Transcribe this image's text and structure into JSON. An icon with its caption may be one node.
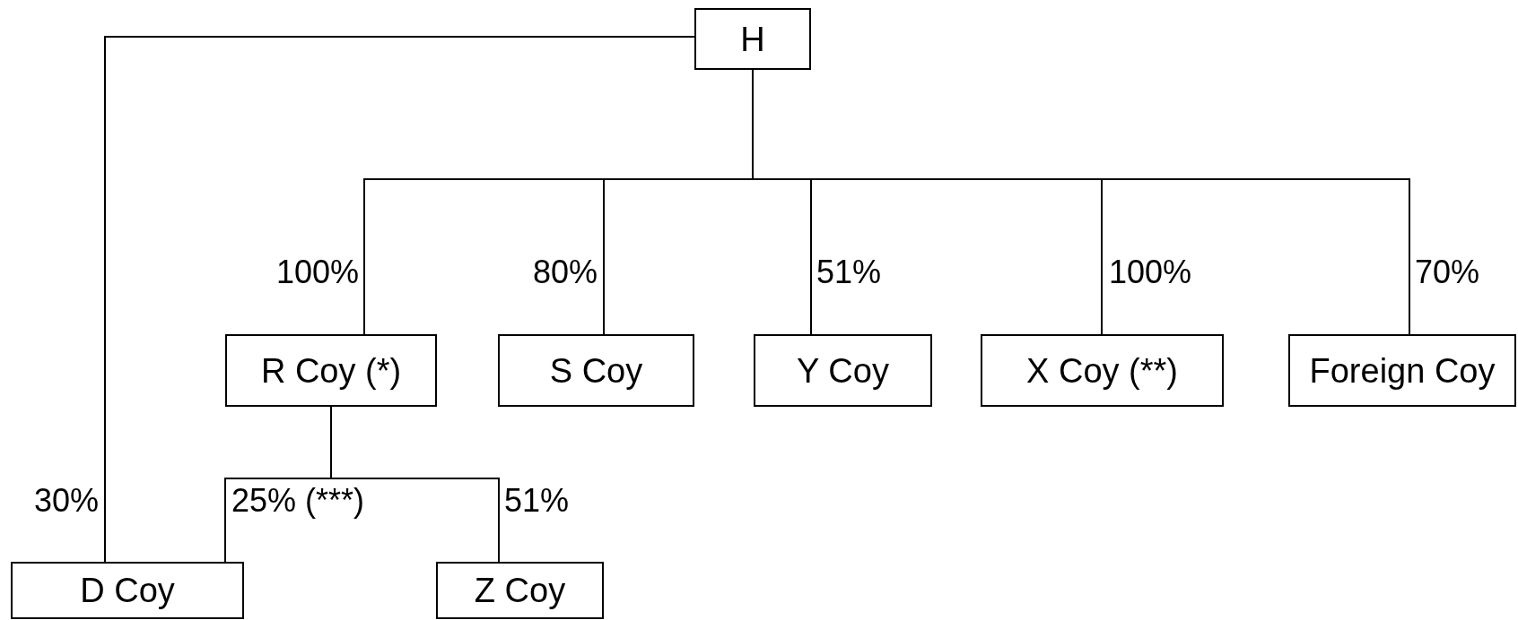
{
  "diagram": {
    "nodes": [
      {
        "text": [
          "H"
        ]
      },
      {
        "text": [
          "R Coy (*)"
        ]
      },
      {
        "text": [
          "S Coy"
        ]
      },
      {
        "text": [
          "Y Coy"
        ]
      },
      {
        "text": [
          "X Coy (**)"
        ]
      },
      {
        "text": [
          "Foreign Coy"
        ]
      },
      {
        "text": [
          "D Coy"
        ]
      },
      {
        "text": [
          "Z Coy"
        ]
      }
    ],
    "edges": [
      {
        "from": 0,
        "to": 6,
        "arrow": "none",
        "label": "30%"
      },
      {
        "from": 0,
        "to": 1,
        "arrow": "none",
        "label": "100%"
      },
      {
        "from": 0,
        "to": 2,
        "arrow": "none",
        "label": "80%"
      },
      {
        "from": 0,
        "to": 3,
        "arrow": "none",
        "label": "51%"
      },
      {
        "from": 0,
        "to": 4,
        "arrow": "none",
        "label": "100%"
      },
      {
        "from": 0,
        "to": 5,
        "arrow": "none",
        "label": "70%"
      },
      {
        "from": 1,
        "to": 6,
        "arrow": "none",
        "label": "25% (***)"
      },
      {
        "from": 1,
        "to": 7,
        "arrow": "none",
        "label": "51%"
      }
    ]
  }
}
